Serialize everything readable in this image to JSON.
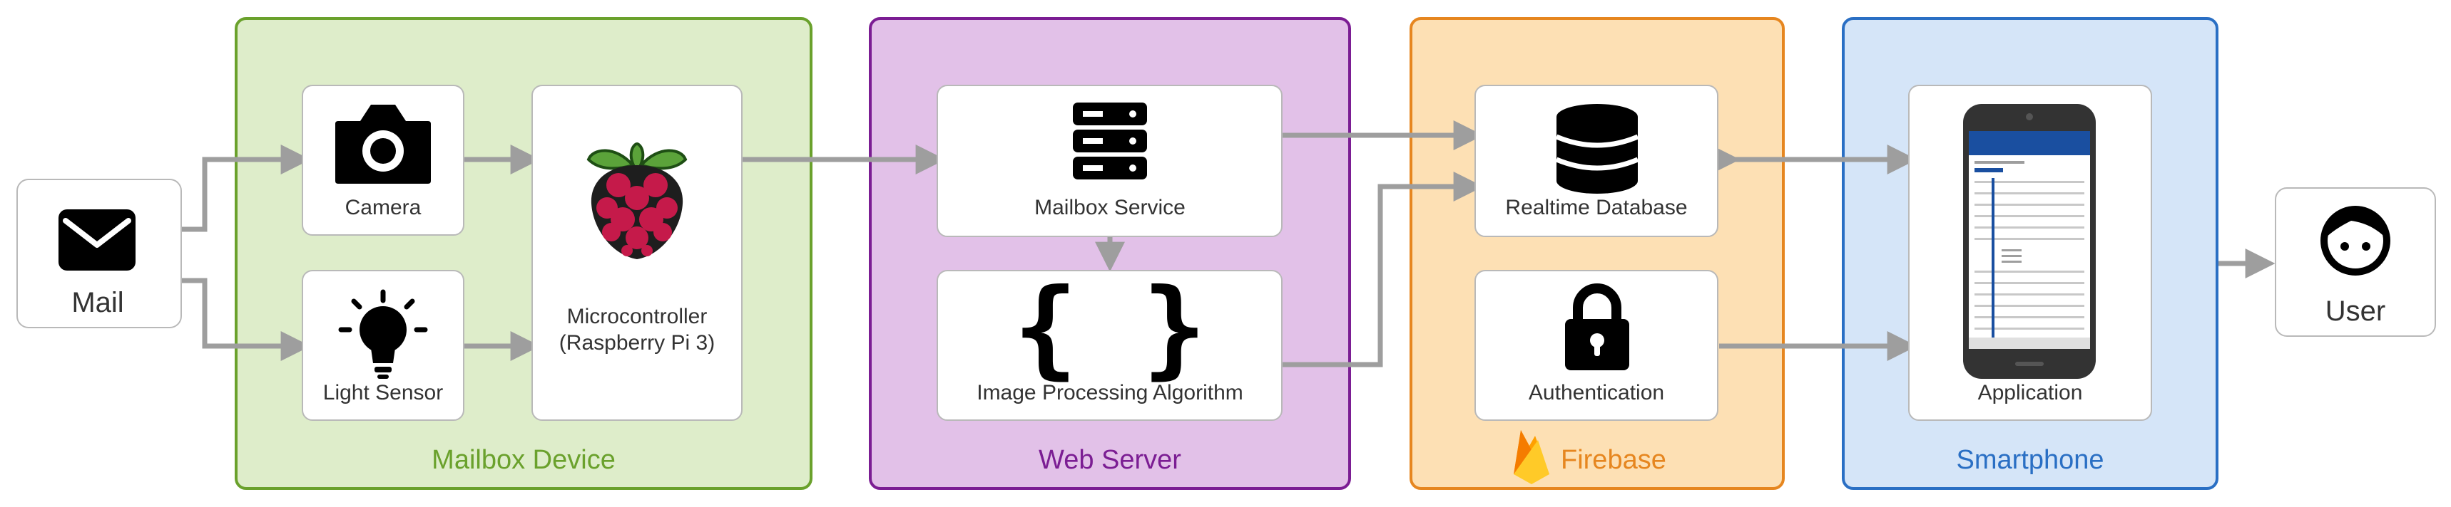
{
  "colors": {
    "mailbox_device": "#6aa12c",
    "mailbox_device_fill": "#deedca",
    "web_server": "#7b1d93",
    "web_server_fill": "#e2c1e8",
    "firebase": "#e6861f",
    "firebase_fill": "#fde0b4",
    "smartphone": "#2a6fc4",
    "smartphone_fill": "#d5e5f8",
    "arrow": "#9e9e9e"
  },
  "mail": {
    "label": "Mail",
    "icon": "envelope-icon"
  },
  "user": {
    "label": "User",
    "icon": "face-icon"
  },
  "groups": {
    "mailbox_device": {
      "title": "Mailbox Device",
      "camera": {
        "label": "Camera",
        "icon": "camera-icon"
      },
      "light_sensor": {
        "label": "Light Sensor",
        "icon": "lightbulb-icon"
      },
      "microcontroller": {
        "label_line1": "Microcontroller",
        "label_line2": "(Raspberry Pi 3)",
        "icon": "raspberry-pi-logo"
      }
    },
    "web_server": {
      "title": "Web Server",
      "mailbox_service": {
        "label": "Mailbox Service",
        "icon": "server-icon"
      },
      "image_processing": {
        "label": "Image Processing Algorithm",
        "icon": "curly-braces-icon"
      }
    },
    "firebase": {
      "title": "Firebase",
      "realtime_database": {
        "label": "Realtime Database",
        "icon": "database-icon"
      },
      "authentication": {
        "label": "Authentication",
        "icon": "lock-icon"
      }
    },
    "smartphone": {
      "title": "Smartphone",
      "application": {
        "label": "Application",
        "icon": "phone-icon"
      }
    }
  }
}
